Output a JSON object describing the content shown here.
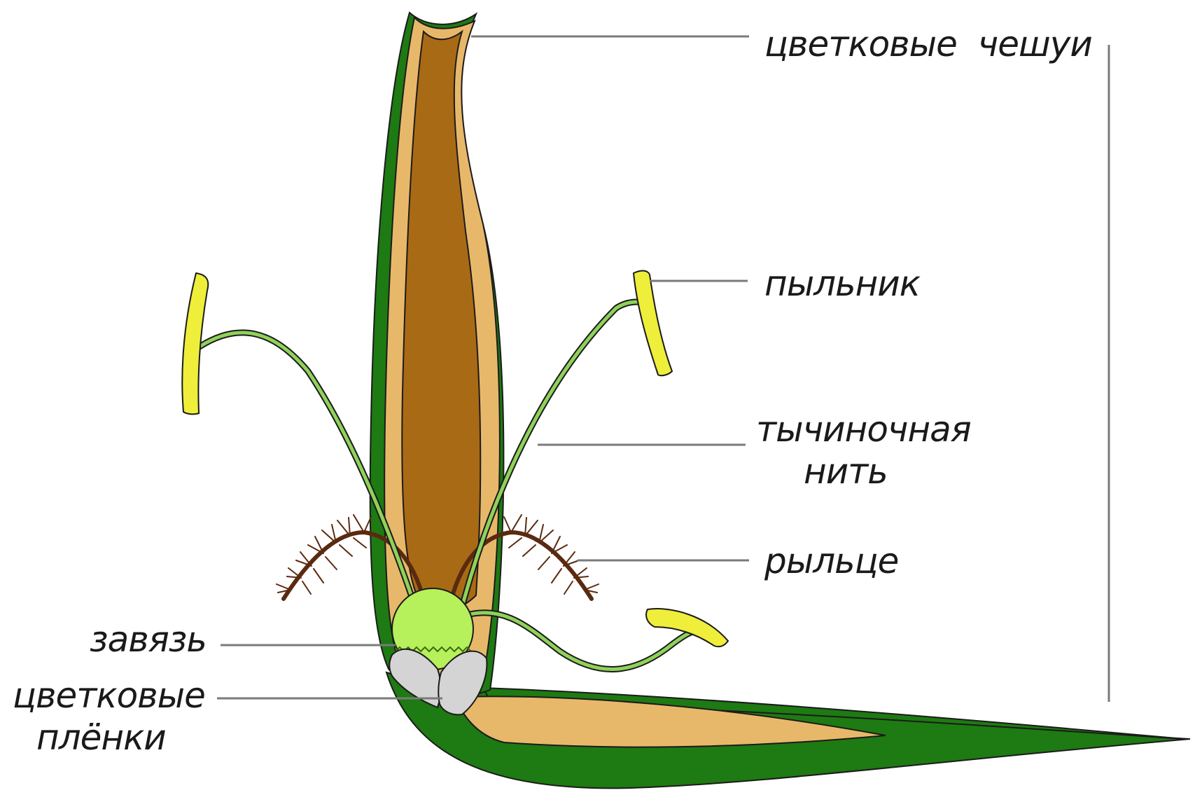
{
  "diagram": {
    "labels": {
      "flower_scales": "цветковые  чешуи",
      "anther": "пыльник",
      "filament_line1": "тычиночная",
      "filament_line2": "нить",
      "stigma": "рыльце",
      "ovary": "завязь",
      "lodicules_line1": "цветковые",
      "lodicules_line2": "плёнки"
    },
    "colors": {
      "scale_green": "#1e7a12",
      "scale_tan": "#e8b86a",
      "scale_brown": "#a86a14",
      "ovary_green": "#b6f05a",
      "lodicule_gray": "#d4d4d4",
      "anther_yellow": "#efee3a",
      "filament_green": "#3f8a2a",
      "stigma_brown": "#5a2a10",
      "leader_gray": "#7a7a7a"
    }
  }
}
